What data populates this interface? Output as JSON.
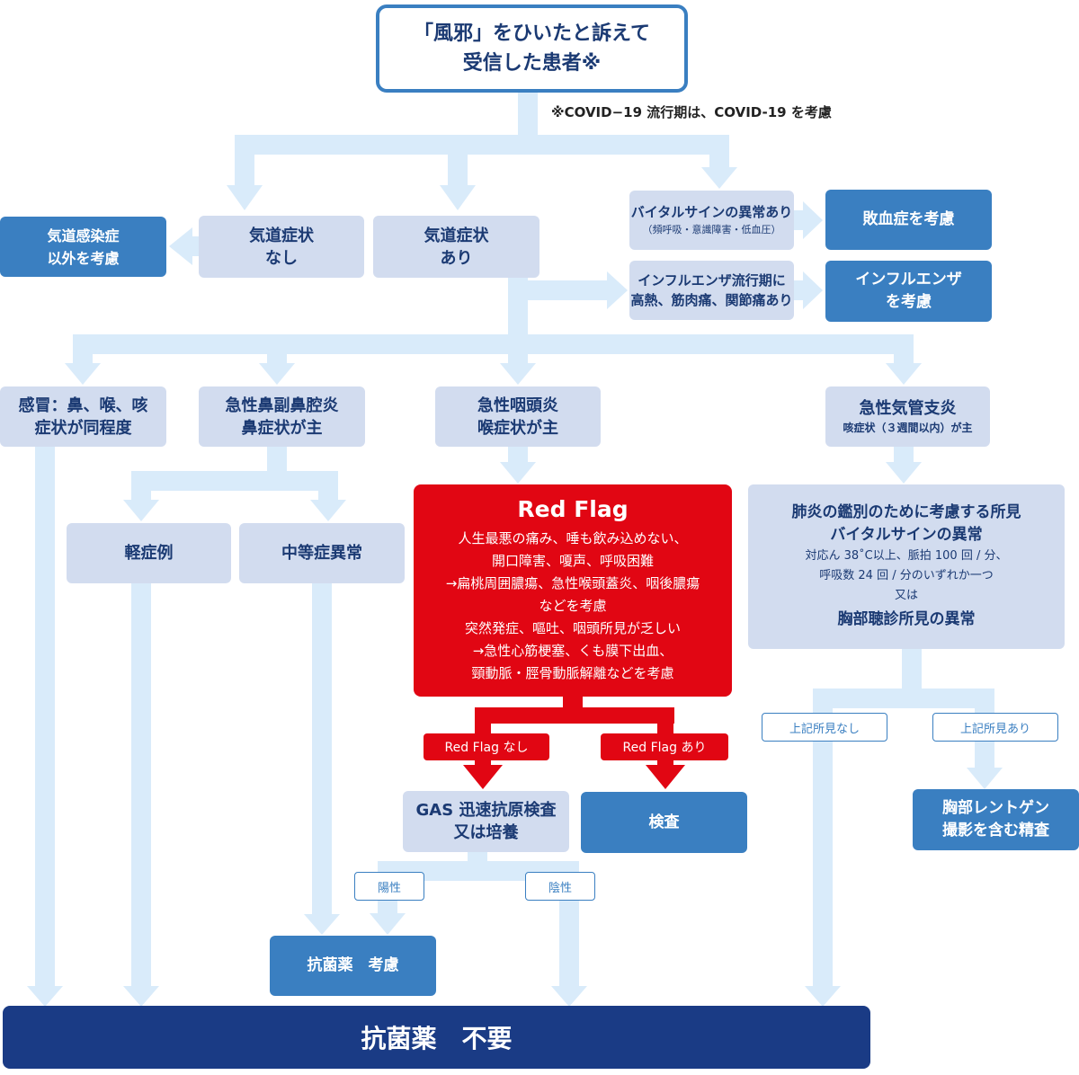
{
  "start": {
    "line1": "「風邪」をひいたと訴えて",
    "line2": "受信した患者※"
  },
  "note": "※COVID−19 流行期は、COVID-19 を考慮",
  "airway_none": {
    "line1": "気道症状",
    "line2": "なし"
  },
  "airway_yes": {
    "line1": "気道症状",
    "line2": "あり"
  },
  "other_infection": {
    "line1": "気道感染症",
    "line2": "以外を考慮"
  },
  "vital_abnormal": {
    "line1": "バイタルサインの異常あり",
    "line2": "（頻呼吸・意識障害・低血圧）"
  },
  "sepsis": "敗血症を考慮",
  "flu_season": {
    "line1": "インフルエンザ流行期に",
    "line2": "高熱、筋肉痛、関節痛あり"
  },
  "flu_consider": {
    "line1": "インフルエンザ",
    "line2": "を考慮"
  },
  "common_cold": {
    "line1": "感冒：鼻、喉、咳",
    "line2": "症状が同程度"
  },
  "sinusitis": {
    "line1": "急性鼻副鼻腔炎",
    "line2": "鼻症状が主"
  },
  "pharyngitis": {
    "line1": "急性咽頭炎",
    "line2": "喉症状が主"
  },
  "bronchitis": {
    "line1": "急性気管支炎",
    "line2": "咳症状（３週間以内）が主"
  },
  "mild": "軽症例",
  "moderate": "中等症異常",
  "red_flag": {
    "title": "Red Flag",
    "lines": [
      "人生最悪の痛み、唾も飲み込めない、",
      "開口障害、嗄声、呼吸困難",
      "→扁桃周囲膿瘍、急性喉頭蓋炎、咽後膿瘍",
      "などを考慮",
      "突然発症、嘔吐、咽頭所見が乏しい",
      "→急性心筋梗塞、くも膜下出血、",
      "頸動脈・脛骨動脈解離などを考慮"
    ]
  },
  "pneumonia": {
    "line1": "肺炎の鑑別のために考慮する所見",
    "line2": "バイタルサインの異常",
    "line3": "対応ん 38˚C以上、脈拍 100 回 / 分、",
    "line4": "呼吸数 24 回 / 分のいずれか一つ",
    "line5": "又は",
    "line6": "胸部聴診所見の異常"
  },
  "rf_no": "Red Flag なし",
  "rf_yes": "Red Flag あり",
  "gas_test": {
    "line1": "GAS 迅速抗原検査",
    "line2": "又は培養"
  },
  "exam": "検査",
  "finding_no": "上記所見なし",
  "finding_yes": "上記所見あり",
  "xray": {
    "line1": "胸部レントゲン",
    "line2": "撮影を含む精査"
  },
  "positive": "陽性",
  "negative": "陰性",
  "antibiotic_consider": "抗菌薬　考慮",
  "antibiotic_unneeded": "抗菌薬　不要",
  "colors": {
    "arrow": "#d9ebfa",
    "pale": "#d2dcef",
    "mid": "#3a7fc1",
    "navy": "#1a3b85",
    "red": "#e10613"
  }
}
